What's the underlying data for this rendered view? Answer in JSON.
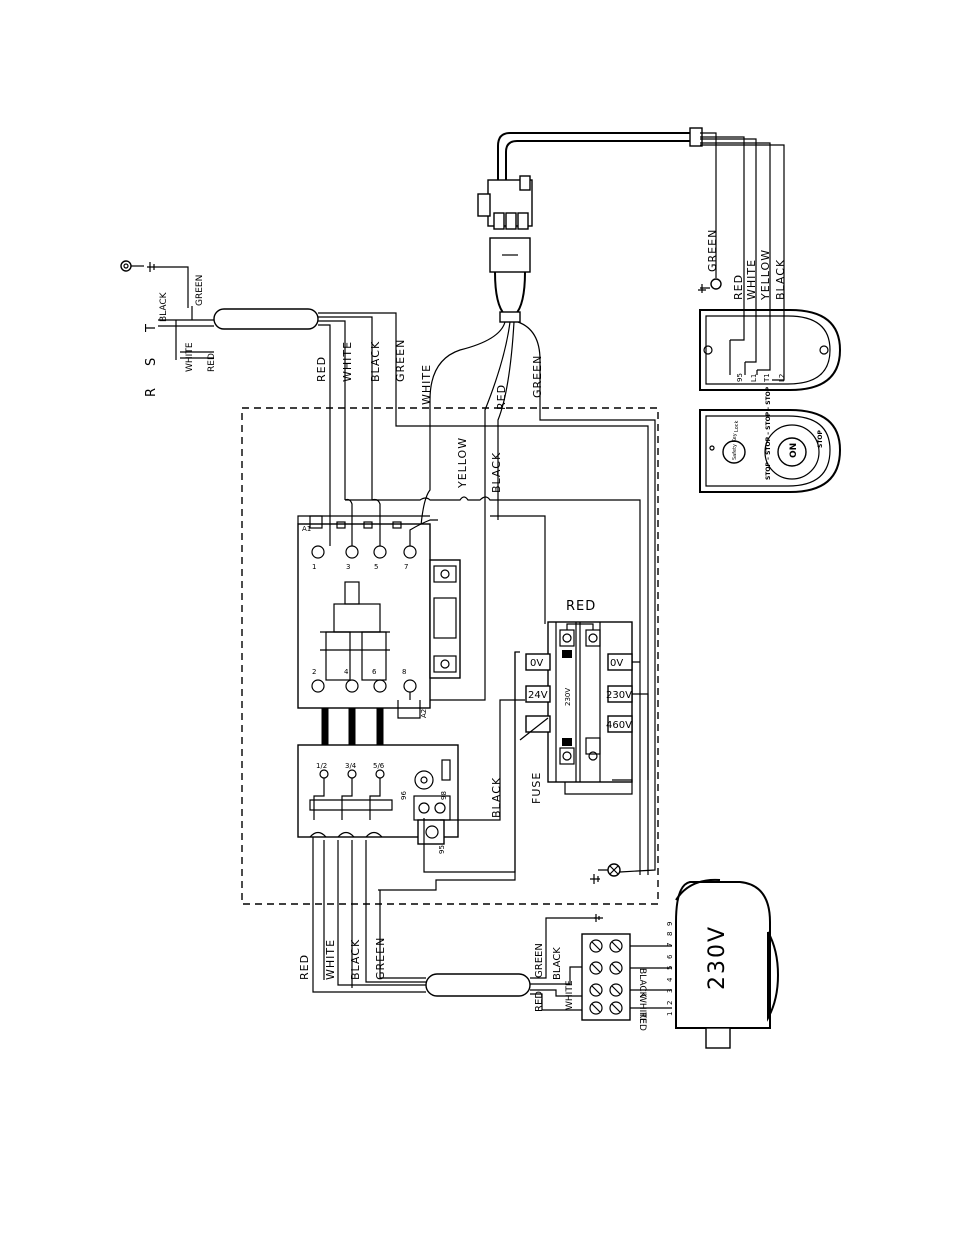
{
  "supply": {
    "terminals": [
      "R",
      "S",
      "T"
    ],
    "lead_labels": [
      "WHITE",
      "RED"
    ],
    "ground_labels": [
      "BLACK",
      "GREEN"
    ],
    "cable_wires": [
      "RED",
      "WHITE",
      "BLACK",
      "GREEN"
    ]
  },
  "switch_cable": {
    "wires": [
      "GREEN",
      "RED",
      "WHITE",
      "YELLOW",
      "BLACK"
    ],
    "terminals": [
      "95",
      "L1",
      "T1",
      "L2"
    ]
  },
  "switch": {
    "on": "ON",
    "stop": "STOP",
    "stop_ring": "STOP – STOP – STOP – STOP",
    "key_label": "Safety Key",
    "lock_label": "Lock"
  },
  "panel_wires": [
    "WHITE",
    "RED",
    "GREEN",
    "YELLOW",
    "BLACK"
  ],
  "contactor": {
    "coil": [
      "A1",
      "A2"
    ],
    "top_terminals": [
      "1",
      "3",
      "5",
      "7"
    ],
    "bottom_terminals": [
      "2",
      "4",
      "6",
      "8"
    ]
  },
  "overload": {
    "terminals": [
      "1/2",
      "3/4",
      "5/6"
    ],
    "aux": [
      "96",
      "98",
      "95"
    ],
    "wire": "BLACK"
  },
  "transformer": {
    "label": "RED",
    "taps_left": [
      "0V",
      "24V"
    ],
    "taps_right": [
      "0V",
      "230V",
      "460V"
    ],
    "fuse_voltage": "230V",
    "fuse_label": "FUSE"
  },
  "motor_cable": {
    "wires": [
      "RED",
      "WHITE",
      "BLACK",
      "GREEN"
    ],
    "junction_wires": [
      "GREEN",
      "BLACK",
      "WHITE",
      "RED"
    ],
    "motor_leads": [
      "BLACK",
      "WHITE",
      "RED"
    ],
    "lead_numbers": [
      "1",
      "2",
      "3",
      "4",
      "5",
      "6",
      "7",
      "8",
      "9"
    ]
  },
  "motor": {
    "voltage": "230V"
  }
}
